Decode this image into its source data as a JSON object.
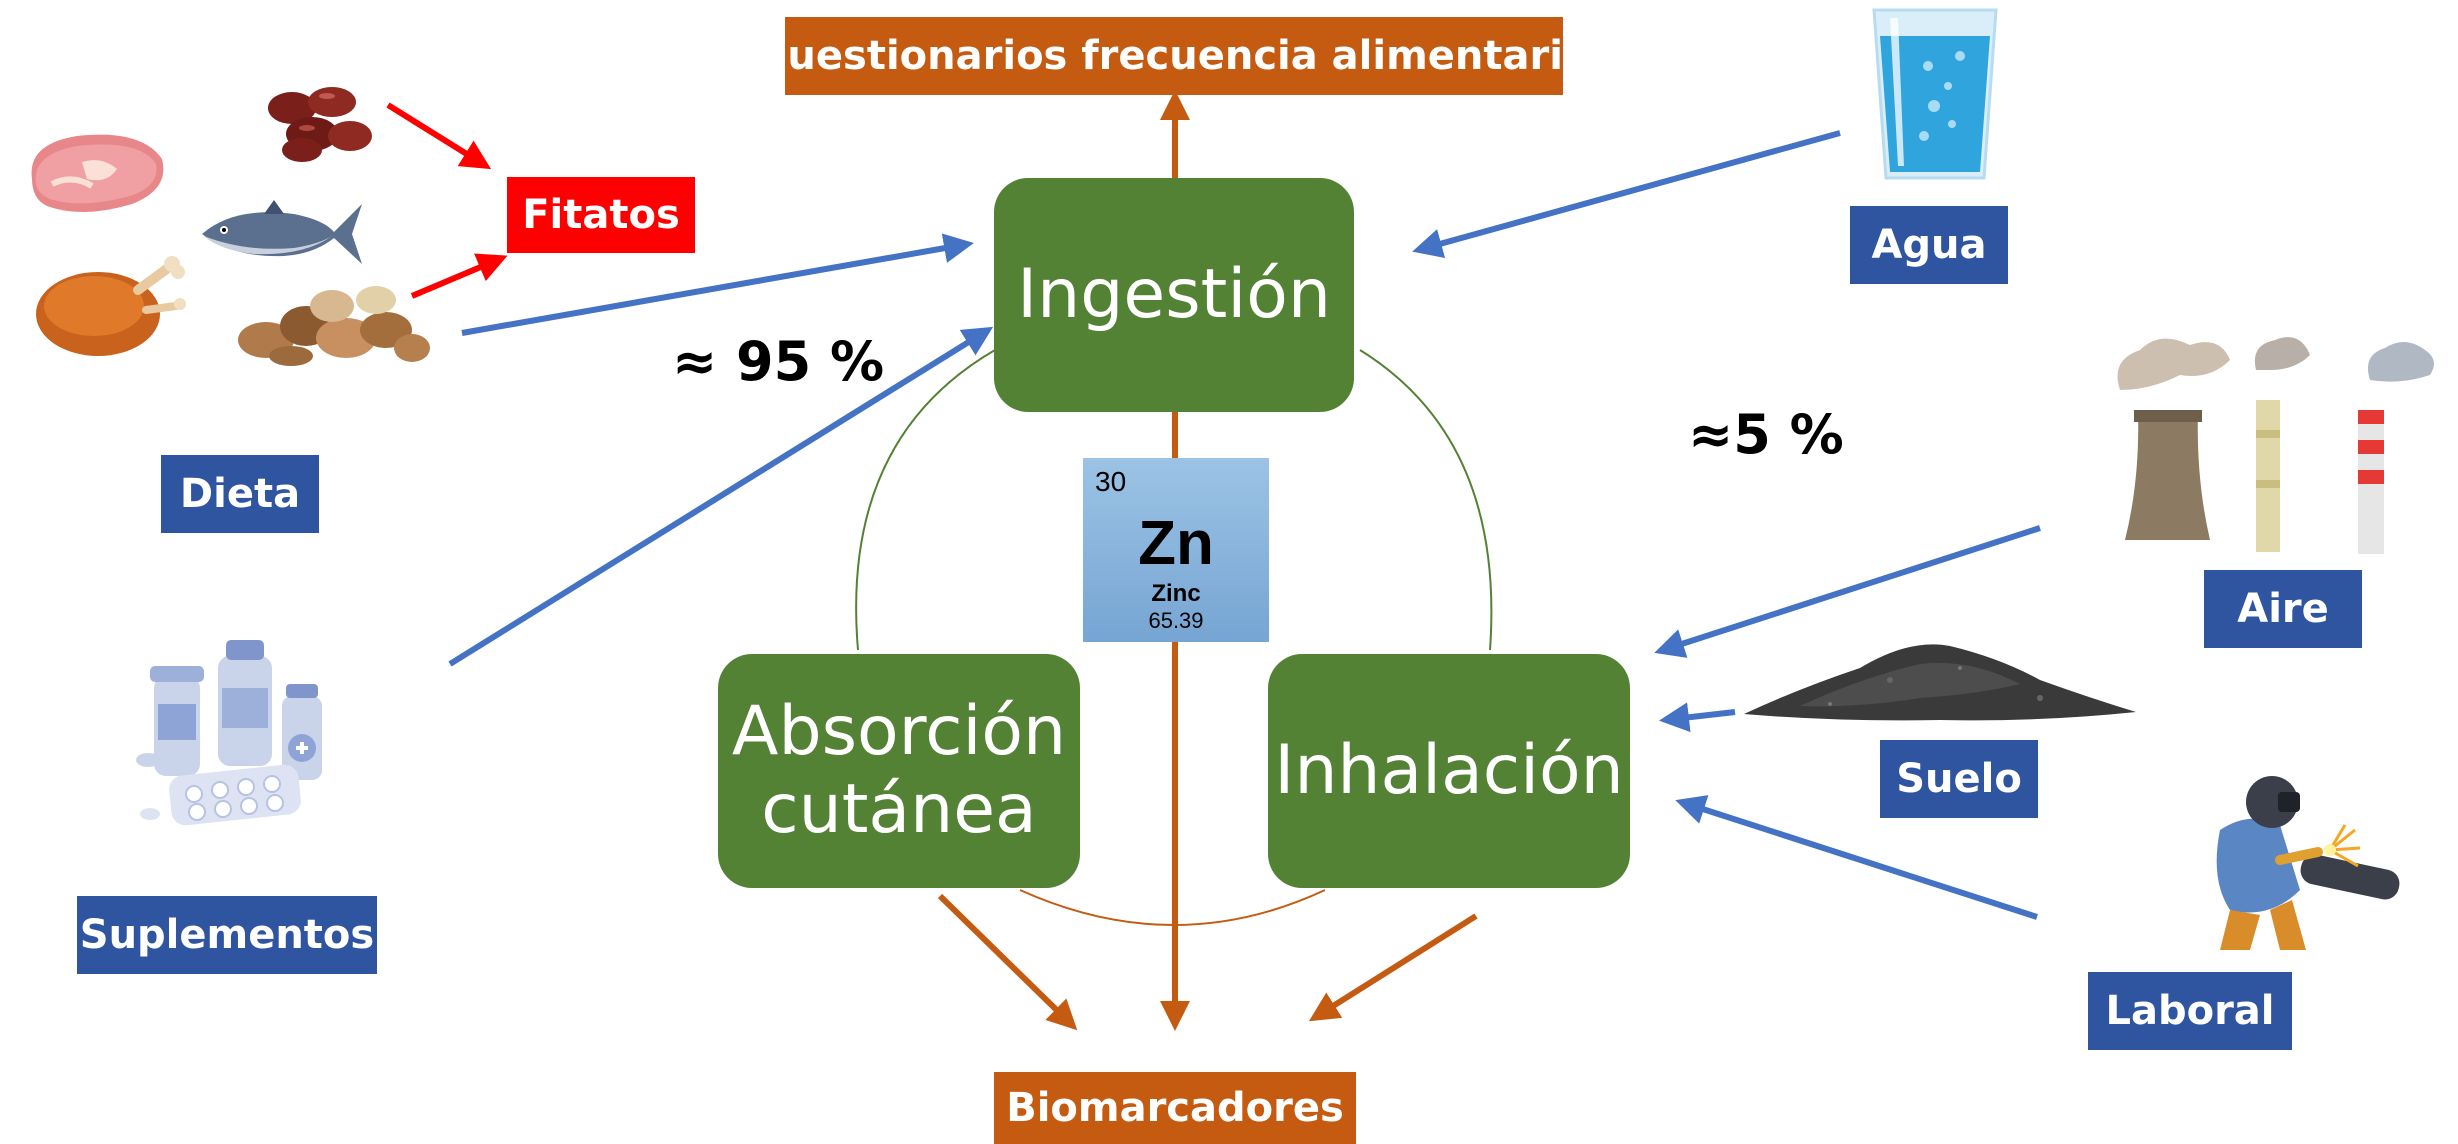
{
  "top_label": "Cuestionarios frecuencia alimentaria",
  "bottom_label": "Biomarcadores",
  "routes": {
    "ingestion": "Ingestión",
    "absorcion_line1": "Absorción",
    "absorcion_line2": "cutánea",
    "inhalacion": "Inhalación"
  },
  "element": {
    "atomic_number": "30",
    "symbol": "Zn",
    "name": "Zinc",
    "mass": "65.39"
  },
  "sources": {
    "dieta": "Dieta",
    "fitatos": "Fitatos",
    "suplementos": "Suplementos",
    "agua": "Agua",
    "aire": "Aire",
    "suelo": "Suelo",
    "laboral": "Laboral"
  },
  "percentages": {
    "ingestion": "≈ 95 %",
    "inhalacion": "≈5 %"
  },
  "colors": {
    "green_box": "#548235",
    "blue_label": "#2f55a0",
    "orange_label": "#c55a11",
    "red_label": "#ff0000",
    "blue_arrow": "#4472c4",
    "orange_arrow": "#c55a11",
    "red_arrow": "#ff0000"
  },
  "icons": [
    "steak-icon",
    "beans-icon",
    "fish-icon",
    "chicken-icon",
    "nuts-icon",
    "water-glass-icon",
    "factory-chimneys-icon",
    "soil-pile-icon",
    "welder-icon",
    "medicine-bottles-icon"
  ]
}
